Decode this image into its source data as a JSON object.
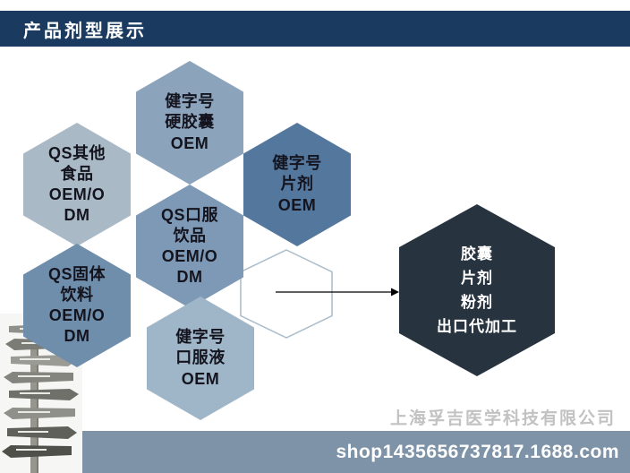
{
  "header": {
    "title": "产品剂型展示"
  },
  "hexagons": [
    {
      "name": "hard-capsule-oem",
      "text": "健字号\n硬胶囊\nOEM"
    },
    {
      "name": "qs-other-food",
      "text": "QS其他\n食品\nOEM/O\nDM"
    },
    {
      "name": "tablet-oem",
      "text": "健字号\n片剂\nOEM"
    },
    {
      "name": "qs-oral-drink",
      "text": "QS口服\n饮品\nOEM/O\nDM"
    },
    {
      "name": "qs-solid-drink",
      "text": "QS固体\n饮料\nOEM/O\nDM"
    },
    {
      "name": "oral-liquid-oem",
      "text": "健字号\n口服液\nOEM"
    },
    {
      "name": "export-processing",
      "text": "胶囊\n片剂\n粉剂\n出口代加工"
    }
  ],
  "footer": {
    "company_watermark": "上海孚吉医学科技有限公司",
    "shop_url": "shop1435656737817.1688.com"
  },
  "colors": {
    "header_bar": "#1b3a5f",
    "hex_hard_capsule": "#8ca3bc",
    "hex_qs_other_food": "#a9b9c6",
    "hex_tablet": "#54779e",
    "hex_qs_oral_drink": "#7e99b5",
    "hex_qs_solid_drink": "#6f8eab",
    "hex_oral_liquid": "#9fb5c8",
    "hex_export_dark": "#273440",
    "hex_outline_border": "#a9bccb",
    "footer_strip": "#7e93a8",
    "hex_text": "#14141e"
  }
}
